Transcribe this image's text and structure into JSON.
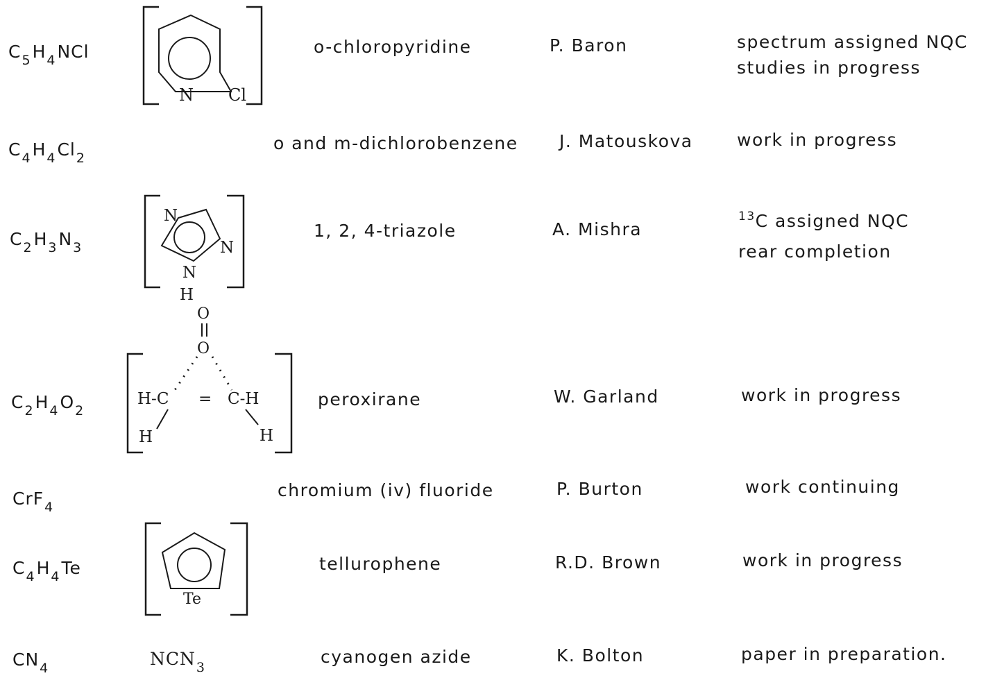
{
  "rows": [
    {
      "formula": {
        "parts": [
          [
            "C",
            "5"
          ],
          [
            "H",
            "4"
          ],
          [
            "NCl",
            ""
          ]
        ]
      },
      "structure_labels": [
        "N",
        "Cl"
      ],
      "name": "o-chloropyridine",
      "researcher": "P. Baron",
      "status": [
        "spectrum assigned NQC",
        "studies in progress"
      ]
    },
    {
      "formula": {
        "parts": [
          [
            "C",
            "4"
          ],
          [
            "H",
            "4"
          ],
          [
            "Cl",
            "2"
          ]
        ]
      },
      "name": "o and m-dichlorobenzene",
      "researcher": "J. Matouskova",
      "status": [
        "work in progress"
      ]
    },
    {
      "formula": {
        "parts": [
          [
            "C",
            "2"
          ],
          [
            "H",
            "3"
          ],
          [
            "N",
            "3"
          ]
        ]
      },
      "structure_labels": [
        "N",
        "N",
        "N",
        "H"
      ],
      "name": "1, 2, 4-triazole",
      "researcher": "A. Mishra",
      "status_sup": "13",
      "status": [
        "C assigned NQC",
        "rear completion"
      ]
    },
    {
      "formula": {
        "parts": [
          [
            "C",
            "2"
          ],
          [
            "H",
            "4"
          ],
          [
            "O",
            "2"
          ]
        ]
      },
      "structure_labels": [
        "O",
        "O",
        "H-C",
        "=",
        "C-H",
        "H",
        "H"
      ],
      "name": "peroxirane",
      "researcher": "W. Garland",
      "status": [
        "work in progress"
      ]
    },
    {
      "formula": {
        "parts": [
          [
            "CrF",
            "4"
          ]
        ]
      },
      "name": "chromium (iv) fluoride",
      "researcher": "P. Burton",
      "status": [
        "work continuing"
      ]
    },
    {
      "formula": {
        "parts": [
          [
            "C",
            "4"
          ],
          [
            "H",
            "4"
          ],
          [
            "Te",
            ""
          ]
        ]
      },
      "structure_labels": [
        "Te"
      ],
      "name": "tellurophene",
      "researcher": "R.D. Brown",
      "status": [
        "work in progress"
      ]
    },
    {
      "formula": {
        "parts": [
          [
            "CN",
            "4"
          ]
        ]
      },
      "structure_formula": {
        "parts": [
          [
            "NCN",
            "3"
          ]
        ]
      },
      "name": "cyanogen azide",
      "researcher": "K. Bolton",
      "status": [
        "paper in preparation."
      ]
    }
  ]
}
